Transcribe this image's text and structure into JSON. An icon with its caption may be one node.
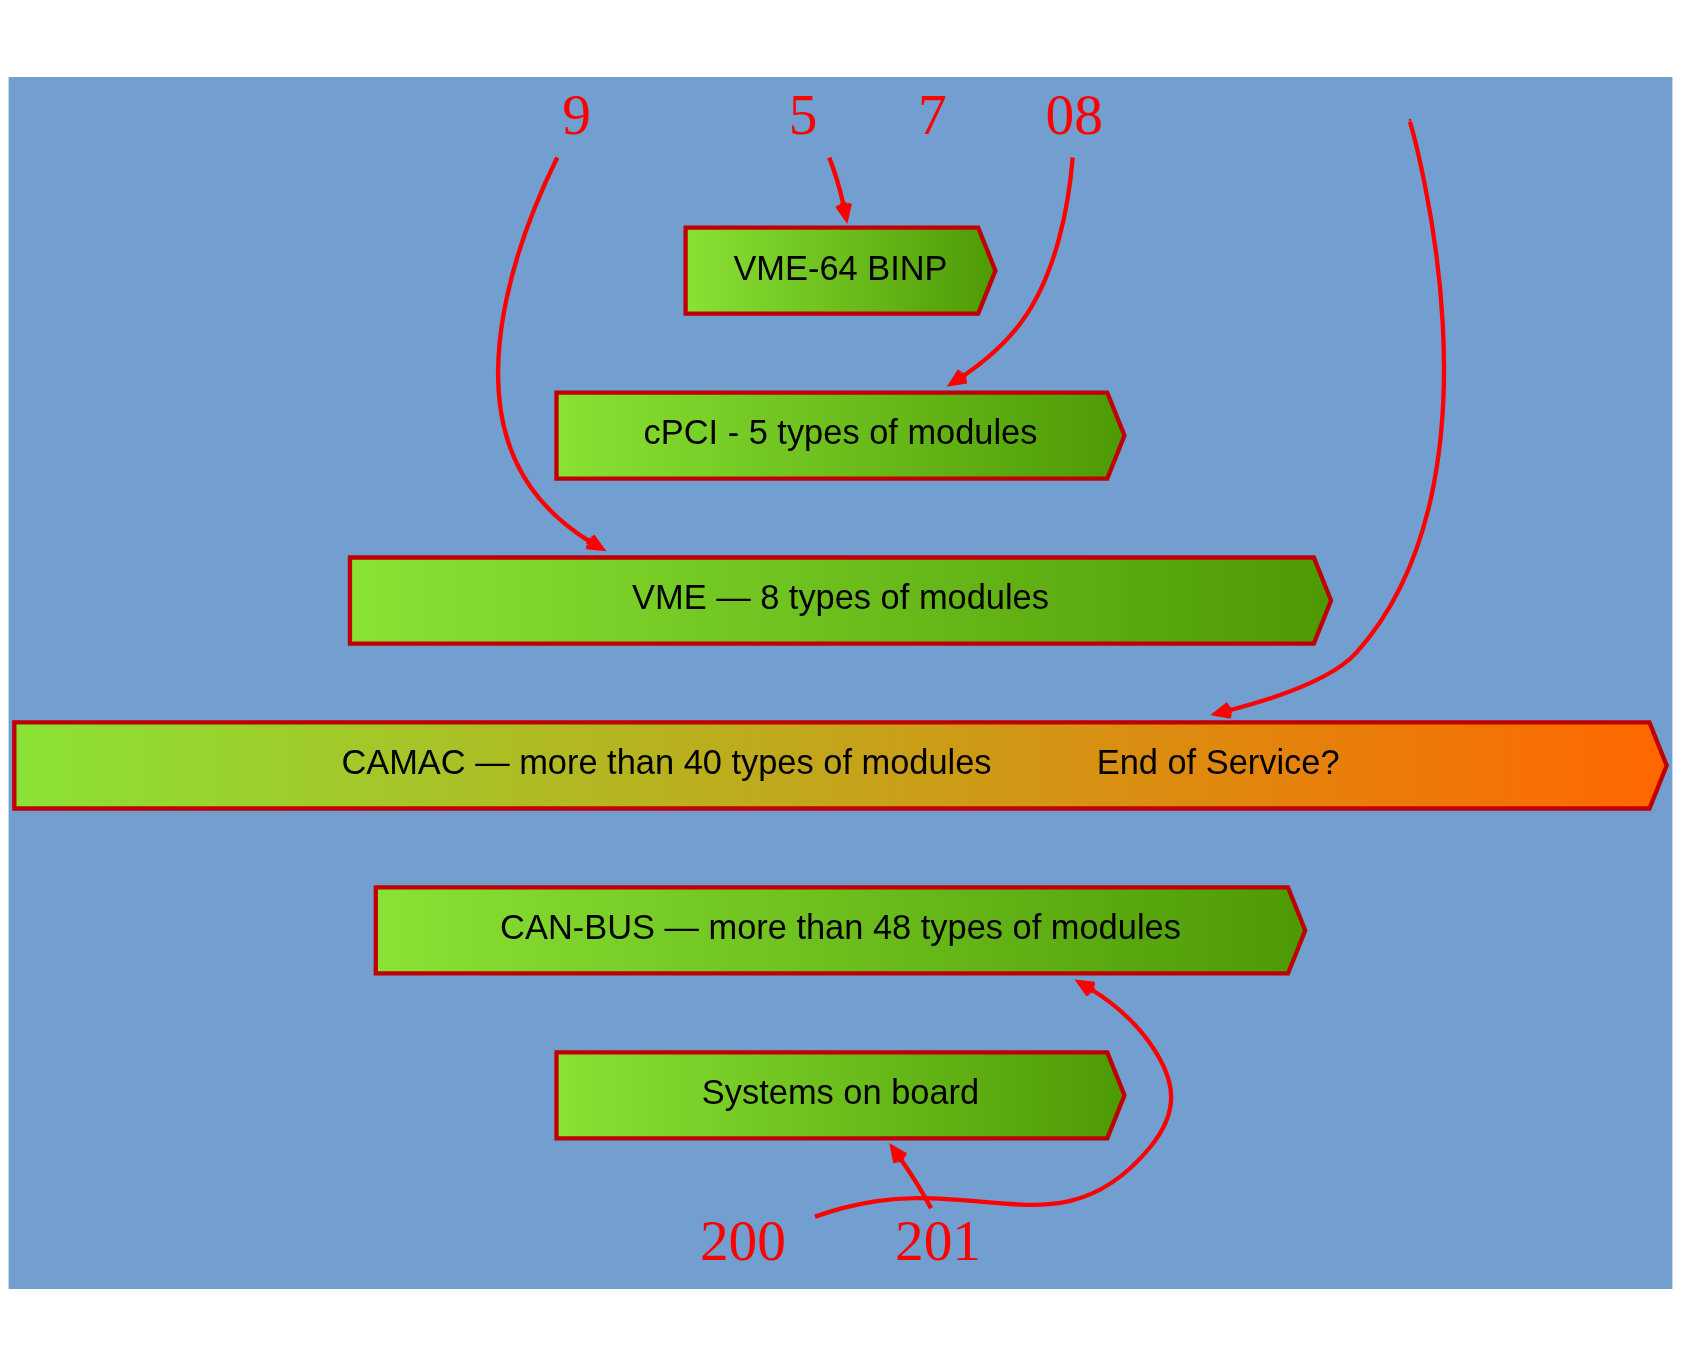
{
  "diagram": {
    "nodes": [
      {
        "text": [
          "9"
        ]
      },
      {
        "text": [
          "08"
        ]
      },
      {
        "text": [
          "5"
        ]
      },
      {
        "text": [
          "VME-64 BINP"
        ]
      },
      {
        "text": [
          "cPCI - 5 types of modules"
        ]
      },
      {
        "text": [
          "VME — 8 types of modules"
        ]
      },
      {
        "text": [
          "CAMAC — more than 40 types of modules",
          "End of Service?"
        ]
      },
      {
        "text": [
          "CAN-BUS — more than 48 types of modules"
        ]
      },
      {
        "text": [
          "Systems on board"
        ]
      },
      {
        "text": [
          "200"
        ]
      },
      {
        "text": [
          "201"
        ]
      }
    ],
    "edges": [
      {
        "from": null,
        "to": 6,
        "arrow": "to"
      },
      {
        "from": 0,
        "to": 5,
        "arrow": "to"
      },
      {
        "from": 1,
        "to": 4,
        "arrow": "to"
      },
      {
        "from": 2,
        "to": 3,
        "arrow": "to"
      },
      {
        "from": 9,
        "to": 7,
        "arrow": "to"
      },
      {
        "from": 10,
        "to": 8,
        "arrow": "to"
      }
    ],
    "labels": [
      "7"
    ]
  }
}
